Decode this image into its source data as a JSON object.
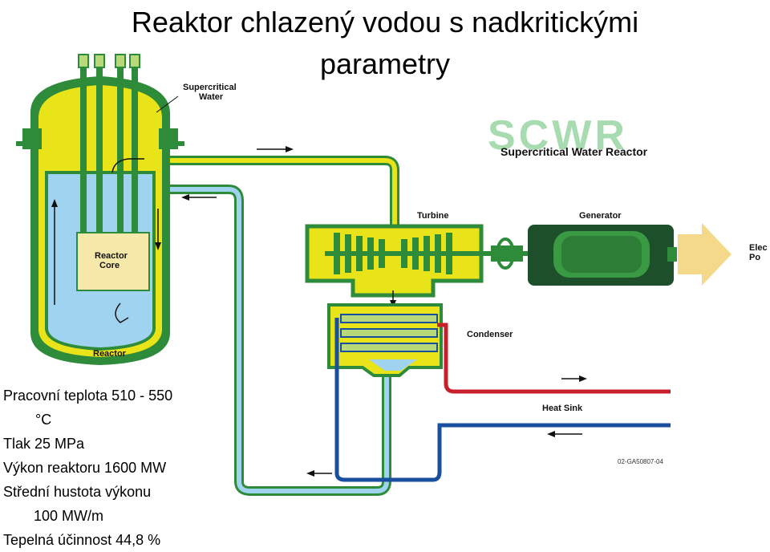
{
  "title": {
    "line1": "Reaktor chlazený vodou s nadkritickými",
    "line2": "parametry"
  },
  "diagram": {
    "labels": {
      "supercritical_water": [
        "Supercritical",
        "Water"
      ],
      "reactor_core": [
        "Reactor",
        "Core"
      ],
      "reactor": "Reactor",
      "turbine": "Turbine",
      "generator": "Generator",
      "condenser": "Condenser",
      "heat_sink": "Heat Sink",
      "electric_power": [
        "Elec",
        "Po"
      ],
      "figure_code": "02-GA50807-04"
    },
    "logo": {
      "acronym": "SCWR",
      "subtitle": "Supercritical Water Reactor"
    },
    "colors": {
      "hot_water": "#e9e31a",
      "cool_water": "#9fd3f0",
      "outline": "#2e8b3a",
      "hot_pipe": "#c8202a",
      "cold_pipe": "#1a4fa0",
      "arrow": "#f5d98a"
    }
  },
  "properties": {
    "line1": "Pracovní teplota 510 - 550",
    "line1b": "°C",
    "line2": "Tlak 25 MPa",
    "line3": "Výkon reaktoru 1600 MW",
    "line4": "Střední hustota výkonu",
    "line4b": "100 MW/m",
    "line5": "Tepelná účinnost  44,8 %"
  }
}
